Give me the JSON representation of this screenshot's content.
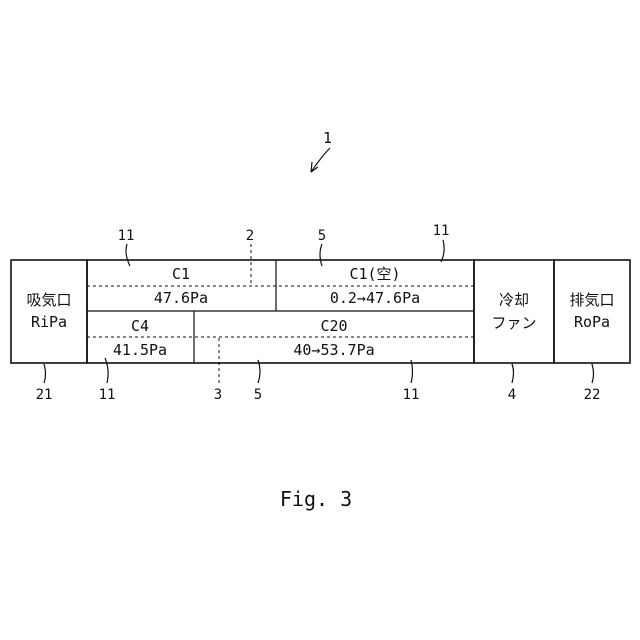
{
  "figure": {
    "caption": "Fig. 3",
    "reference_main": "1"
  },
  "inlet": {
    "name": "吸気口",
    "pressure": "RiPa",
    "ref": "21"
  },
  "outlet": {
    "name": "排気口",
    "pressure": "RoPa",
    "ref": "22"
  },
  "fan": {
    "line1": "冷却",
    "line2": "ファン",
    "ref": "4"
  },
  "cells": {
    "c1_left": {
      "name": "C1",
      "value": "47.6Pa"
    },
    "c1_right": {
      "name": "C1(空)",
      "value": "0.2→47.6Pa"
    },
    "c4": {
      "name": "C4",
      "value": "41.5Pa"
    },
    "c20": {
      "name": "C20",
      "value": "40→53.7Pa"
    }
  },
  "refs": {
    "top_11_left": "11",
    "top_2": "2",
    "top_5": "5",
    "top_11_right": "11",
    "bottom_11_left": "11",
    "bottom_3": "3",
    "bottom_5": "5",
    "bottom_11_right": "11"
  }
}
